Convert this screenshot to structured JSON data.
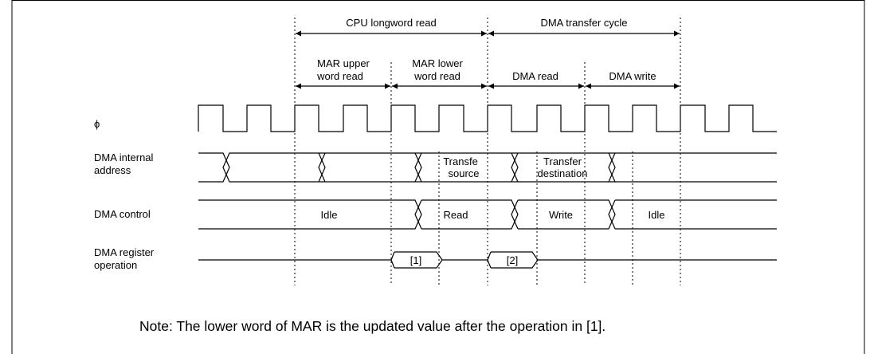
{
  "phases": {
    "cpu_longword_read": "CPU longword read",
    "dma_transfer_cycle": "DMA transfer cycle",
    "mar_upper_line1": "MAR upper",
    "mar_upper_line2": "word read",
    "mar_lower_line1": "MAR lower",
    "mar_lower_line2": "word read",
    "dma_read": "DMA read",
    "dma_write": "DMA write"
  },
  "signals": {
    "phi": "ϕ",
    "internal_address_line1": "DMA internal",
    "internal_address_line2": "address",
    "control": "DMA control",
    "register_op_line1": "DMA register",
    "register_op_line2": "operation"
  },
  "values": {
    "transfer_source_line1": "Transfe",
    "transfer_source_line2": "source",
    "transfer_dest_line1": "Transfer",
    "transfer_dest_line2": "destination",
    "idle_1": "Idle",
    "read": "Read",
    "write": "Write",
    "idle_2": "Idle",
    "op_1": "[1]",
    "op_2": "[2]"
  },
  "note": "Note: The lower word of MAR is the updated value after the operation in [1]."
}
